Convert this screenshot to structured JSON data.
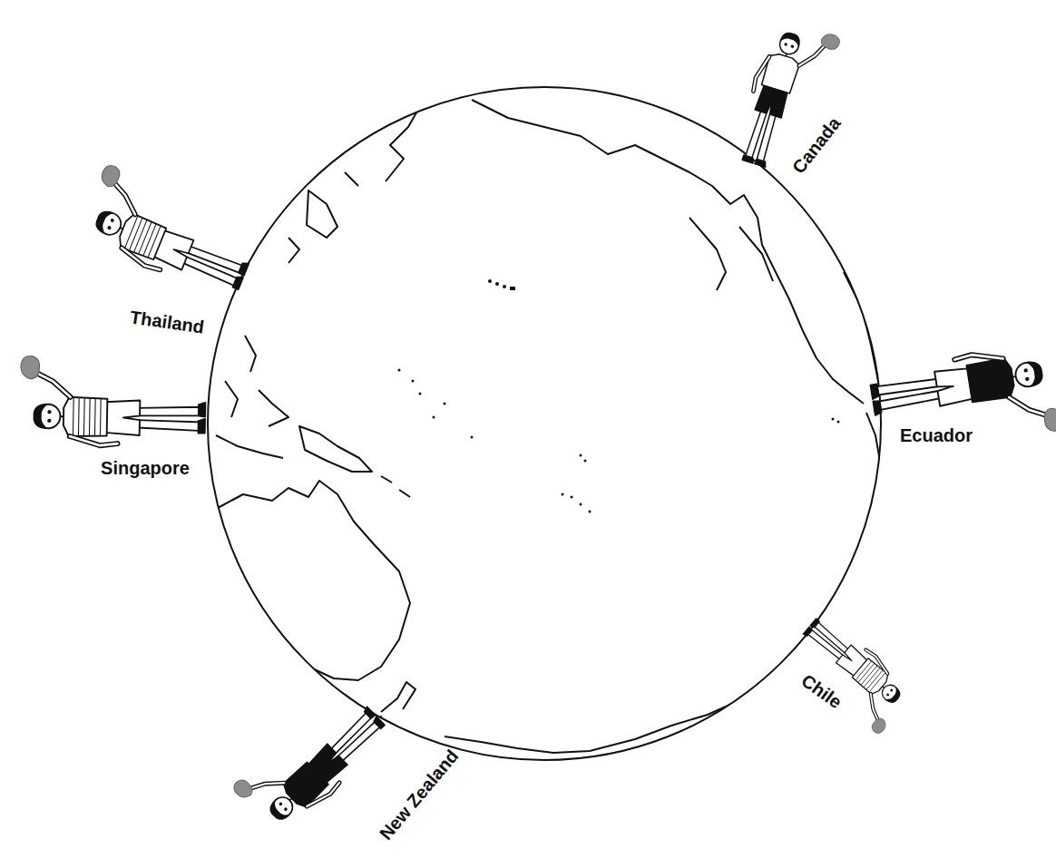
{
  "diagram": {
    "labels": [
      "Canada",
      "Thailand",
      "Ecuador",
      "Singapore",
      "Chile",
      "New Zealand"
    ]
  }
}
